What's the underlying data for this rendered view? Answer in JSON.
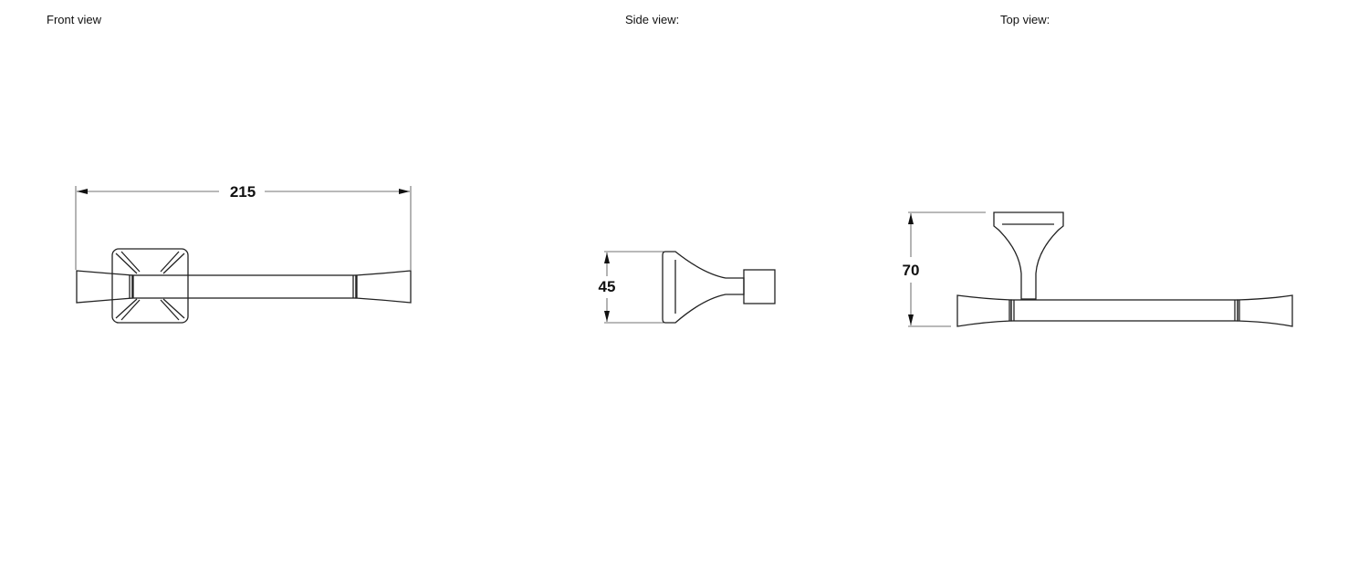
{
  "views": {
    "front": {
      "label": "Front  view",
      "dimension": "215"
    },
    "side": {
      "label": "Side  view:",
      "dimension": "45"
    },
    "top": {
      "label": "Top view:",
      "dimension": "70"
    }
  }
}
